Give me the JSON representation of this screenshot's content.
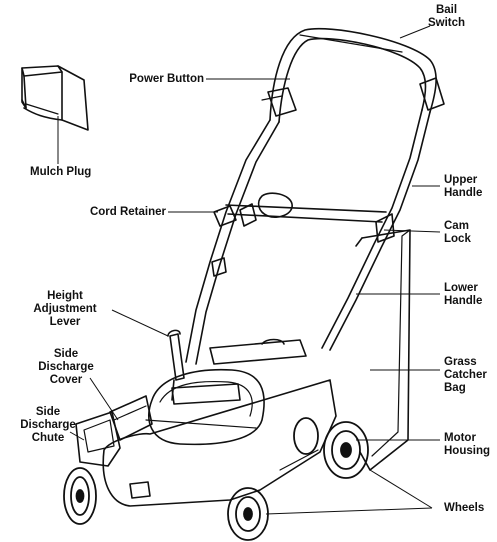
{
  "labels": {
    "bail_switch": [
      "Bail",
      "Switch"
    ],
    "power_button": "Power Button",
    "mulch_plug": "Mulch Plug",
    "upper_handle": [
      "Upper",
      "Handle"
    ],
    "cord_retainer": "Cord Retainer",
    "cam_lock": [
      "Cam",
      "Lock"
    ],
    "lower_handle": [
      "Lower",
      "Handle"
    ],
    "height_adjustment_lever": [
      "Height",
      "Adjustment",
      "Lever"
    ],
    "side_discharge_cover": [
      "Side",
      "Discharge",
      "Cover"
    ],
    "grass_catcher_bag": [
      "Grass",
      "Catcher",
      "Bag"
    ],
    "side_discharge_chute": [
      "Side",
      "Discharge",
      "Chute"
    ],
    "motor_housing": [
      "Motor",
      "Housing"
    ],
    "wheels": "Wheels"
  },
  "colors": {
    "ink": "#111111",
    "paper": "#ffffff"
  }
}
